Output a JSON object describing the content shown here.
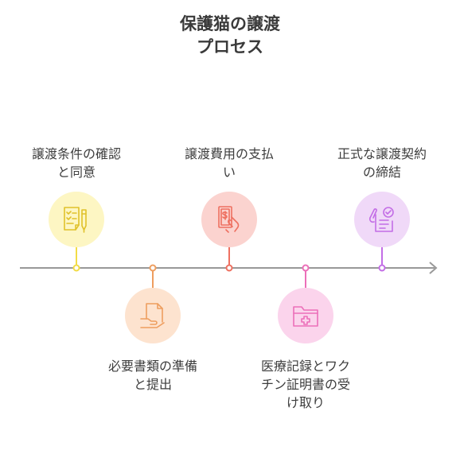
{
  "title": {
    "line1": "保護猫の譲渡",
    "line2": "プロセス"
  },
  "colors": {
    "axis": "#999999",
    "yellow": "#f2dc46",
    "yellow_bg": "#fdf6c3",
    "orange": "#ee9e5f",
    "orange_bg": "#fde3cf",
    "red": "#ee7060",
    "red_bg": "#fbd3cf",
    "pink": "#ec6fb9",
    "pink_bg": "#fbd4ec",
    "purple": "#c36ee6",
    "purple_bg": "#f0d9f8"
  },
  "steps": [
    {
      "lines": [
        "譲渡条件の確認",
        "と同意"
      ],
      "icon": "checklist-pencil-icon",
      "color": "yellow"
    },
    {
      "lines": [
        "必要書類の準備",
        "と提出"
      ],
      "icon": "document-hand-icon",
      "color": "orange"
    },
    {
      "lines": [
        "譲渡費用の支払",
        "い"
      ],
      "icon": "money-payment-icon",
      "color": "red"
    },
    {
      "lines": [
        "医療記録とワク",
        "チン証明書の受",
        "け取り"
      ],
      "icon": "medical-folder-icon",
      "color": "pink"
    },
    {
      "lines": [
        "正式な譲渡契約",
        "の締結"
      ],
      "icon": "contract-signing-icon",
      "color": "purple"
    }
  ]
}
